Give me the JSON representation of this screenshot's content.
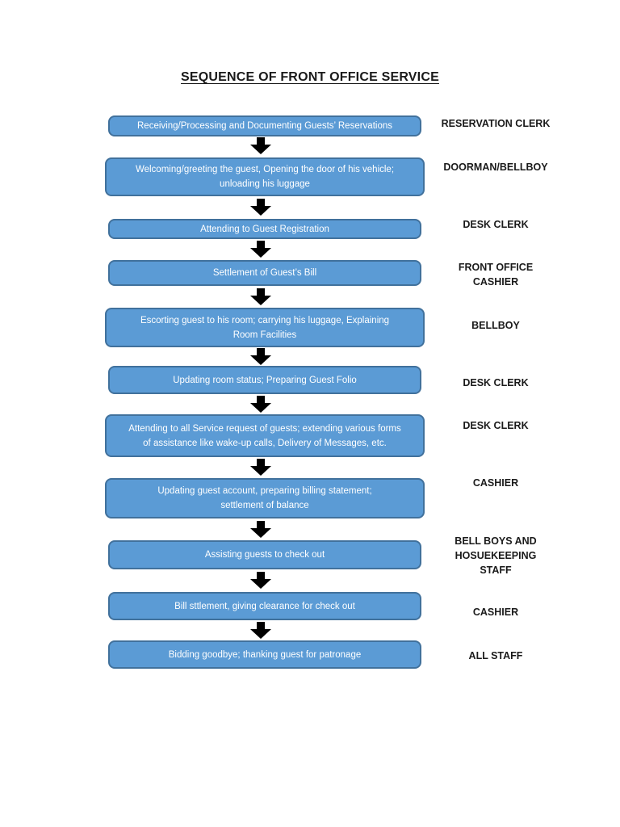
{
  "title": "SEQUENCE OF FRONT OFFICE SERVICE",
  "colors": {
    "box_fill": "#5b9bd5",
    "box_border": "#41719c",
    "box_text": "#ffffff",
    "arrow": "#000000",
    "title_text": "#1a1a1a",
    "role_text": "#1a1a1a",
    "page_background": "#ffffff"
  },
  "steps": [
    {
      "text": "Receiving/Processing and Documenting Guests’ Reservations",
      "role": "RESERVATION CLERK"
    },
    {
      "text": "Welcoming/greeting the guest, Opening the door of his vehicle;\nunloading his luggage",
      "role": "DOORMAN/BELLBOY"
    },
    {
      "text": "Attending to Guest Registration",
      "role": "DESK CLERK"
    },
    {
      "text": "Settlement of Guest’s Bill",
      "role": "FRONT OFFICE\nCASHIER"
    },
    {
      "text": "Escorting guest to his room; carrying his luggage, Explaining\nRoom Facilities",
      "role": "BELLBOY"
    },
    {
      "text": "Updating room status; Preparing Guest Folio",
      "role": "DESK CLERK"
    },
    {
      "text": "Attending to all Service request of guests; extending various forms\nof assistance like wake-up calls, Delivery of Messages, etc.",
      "role": "DESK CLERK"
    },
    {
      "text": "Updating guest account, preparing billing statement;\nsettlement of balance",
      "role": "CASHIER"
    },
    {
      "text": "Assisting guests to check out",
      "role": "BELL BOYS AND\nHOSUEKEEPING\nSTAFF"
    },
    {
      "text": "Bill sttlement, giving clearance for check out",
      "role": "CASHIER"
    },
    {
      "text": "Bidding goodbye; thanking guest for patronage",
      "role": "ALL STAFF"
    }
  ]
}
